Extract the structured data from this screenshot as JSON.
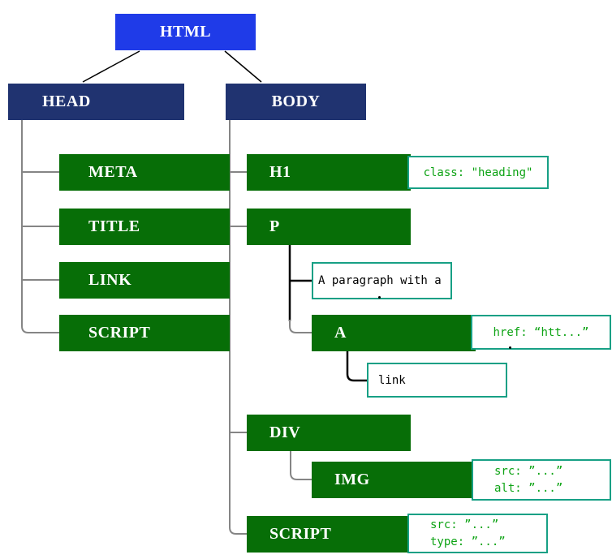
{
  "colors": {
    "root_fill": "#1f3be8",
    "section_fill": "#203370",
    "element_fill": "#076e07",
    "node_text": "#ffffff",
    "annotation_border": "#17a085",
    "annotation_text": "#0da314",
    "content_text": "#000000",
    "connector_gray": "#858585",
    "connector_black": "#000000"
  },
  "tree": {
    "root": {
      "label": "HTML"
    },
    "head": {
      "label": "HEAD",
      "children": {
        "meta": {
          "label": "META"
        },
        "title": {
          "label": "TITLE"
        },
        "link": {
          "label": "LINK"
        },
        "script": {
          "label": "SCRIPT"
        }
      }
    },
    "body": {
      "label": "BODY",
      "children": {
        "h1": {
          "label": "H1",
          "annotation": "class: \"heading\""
        },
        "p": {
          "label": "P",
          "text_child": "A paragraph with a",
          "a": {
            "label": "A",
            "annotation": "href: “htt...”",
            "text_child": "link"
          }
        },
        "div": {
          "label": "DIV",
          "img": {
            "label": "IMG",
            "annotation_lines": [
              "src: ”...”",
              "alt: ”...”"
            ]
          }
        },
        "script": {
          "label": "SCRIPT",
          "annotation_lines": [
            "src: ”...”",
            "type: ”...”"
          ]
        }
      }
    }
  }
}
